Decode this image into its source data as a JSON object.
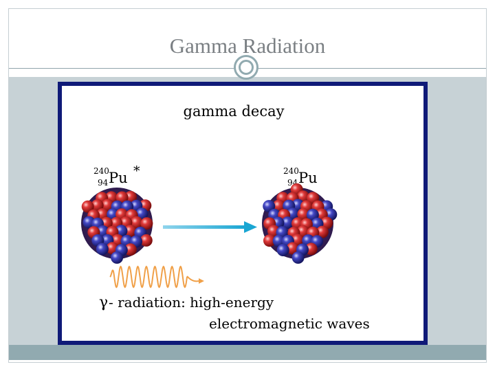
{
  "slide": {
    "title": "Gamma Radiation"
  },
  "diagram": {
    "heading": "gamma decay",
    "parent": {
      "mass_number": "240",
      "atomic_number": "94",
      "symbol": "Pu",
      "excited_mark": "*"
    },
    "daughter": {
      "mass_number": "240",
      "atomic_number": "94",
      "symbol": "Pu"
    },
    "gamma_symbol": "γ",
    "caption_line1": "- radiation: high-energy",
    "caption_line2": "electromagnetic waves",
    "colors": {
      "frame": "#0f1a78",
      "proton": "#d42a2a",
      "neutron": "#3a3fb4",
      "arrow": "#2fb6d8",
      "wave": "#f0a048"
    }
  }
}
